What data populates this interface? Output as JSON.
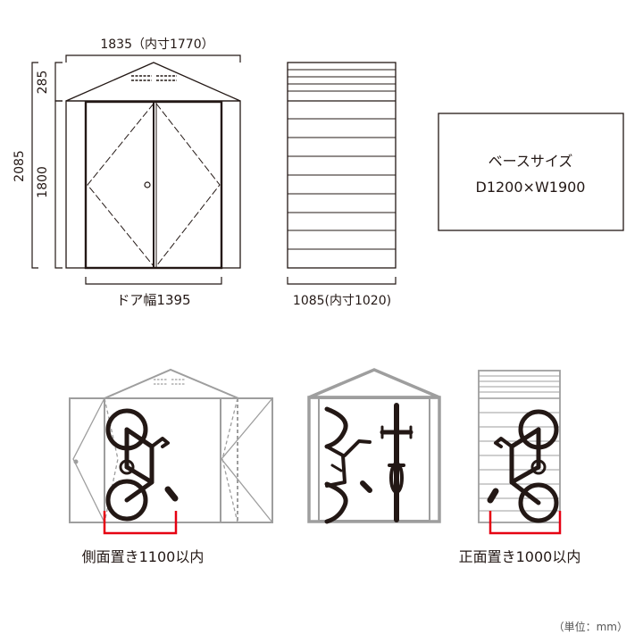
{
  "dims": {
    "width_total": "1835（内寸1770）",
    "height_roof": "285",
    "height_total": "2085",
    "height_wall": "1800",
    "door_width": "ドア幅1395",
    "depth": "1085(内寸1020)"
  },
  "base": {
    "line1": "ベースサイズ",
    "line2": "D1200×W1900"
  },
  "captions": {
    "side": "側面置き1100以内",
    "front": "正面置き1000以内"
  },
  "unit": "（単位：mm）",
  "colors": {
    "line_dark": "#231815",
    "line_gray": "#9e9e9e",
    "highlight_red": "#e60012"
  }
}
